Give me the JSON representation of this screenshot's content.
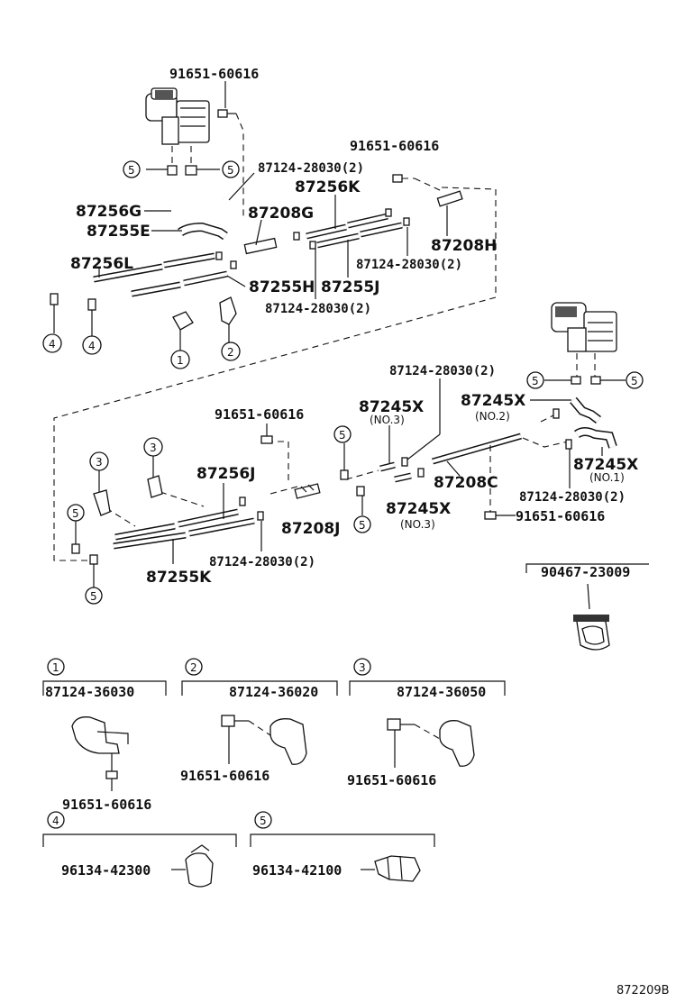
{
  "labels": {
    "bolt_top": "91651-60616",
    "bolt_mid": "91651-60616",
    "clip_top_2": "87124-28030(2)",
    "hose_256g": "87256G",
    "hose_255e": "87255E",
    "hose_256k": "87256K",
    "joint_208g": "87208G",
    "joint_208h": "87208H",
    "clip_right_2": "87124-28030(2)",
    "hose_256l": "87256L",
    "hose_255h": "87255H",
    "hose_255j": "87255J",
    "clip_bottom_2": "87124-28030(2)",
    "clip_right2_2": "87124-28030(2)",
    "hose_245x_no2": "87245X",
    "note_no2": "(NO.2)",
    "hose_245x_no3a": "87245X",
    "note_no3a": "(NO.3)",
    "bolt_left2": "91651-60616",
    "hose_256j": "87256J",
    "joint_208j": "87208J",
    "joint_208c": "87208C",
    "hose_245x_no3b": "87245X",
    "note_no3b": "(NO.3)",
    "hose_245x_no1": "87245X",
    "note_no1": "(NO.1)",
    "clip_208c_2": "87124-28030(2)",
    "bolt_208c": "91651-60616",
    "clip_lower_2": "87124-28030(2)",
    "hose_255k": "87255K",
    "clamp_90467": "90467-23009",
    "det1_part": "87124-36030",
    "det1_bolt": "91651-60616",
    "det2_part": "87124-36020",
    "det2_bolt": "91651-60616",
    "det3_part": "87124-36050",
    "det3_bolt": "91651-60616",
    "det4_part": "96134-42300",
    "det5_part": "96134-42100",
    "diagram_id": "872209B"
  },
  "callouts": {
    "one": "1",
    "two": "2",
    "three": "3",
    "four": "4",
    "five": "5"
  }
}
